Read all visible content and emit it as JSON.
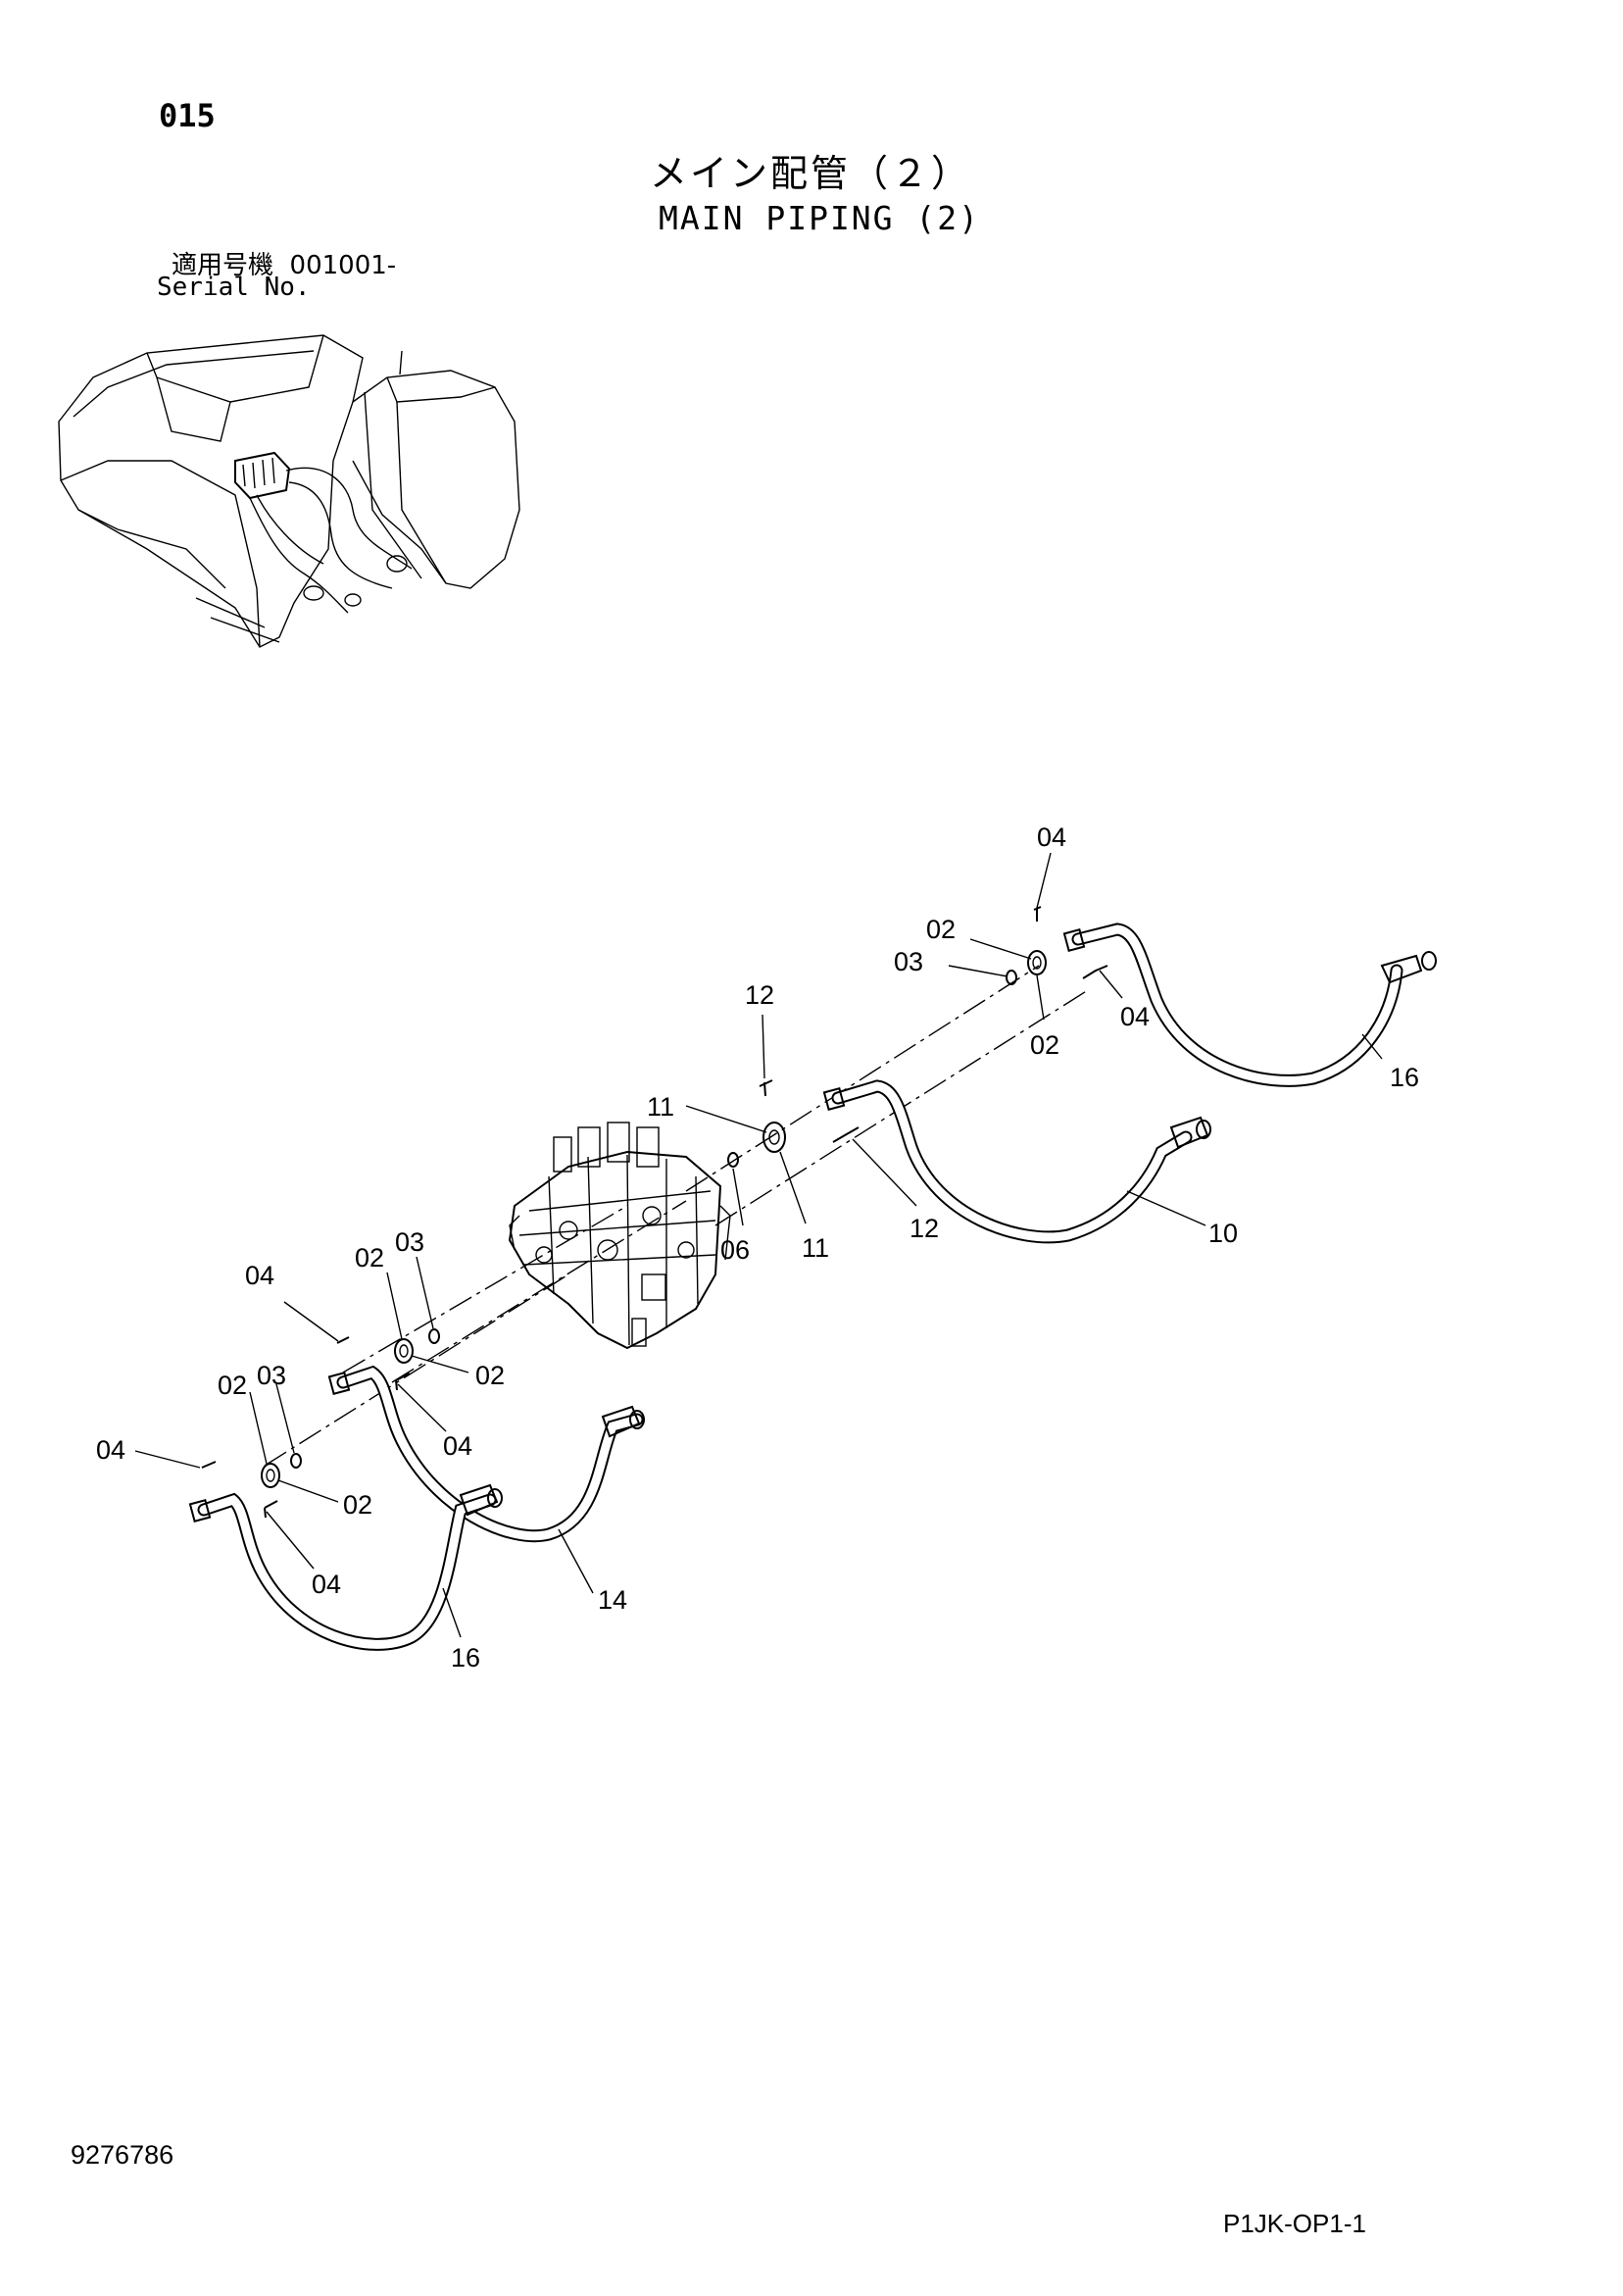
{
  "header": {
    "page_number": "015",
    "title_jp": "メイン配管（２）",
    "title_en": "MAIN PIPING (2)"
  },
  "serial": {
    "label_jp": "適用号機",
    "value": "001001-",
    "label_en": "Serial No."
  },
  "callouts": [
    "04",
    "02",
    "03",
    "04",
    "02",
    "16",
    "12",
    "11",
    "06",
    "11",
    "12",
    "10",
    "04",
    "02",
    "03",
    "02",
    "04",
    "02",
    "03",
    "04",
    "02",
    "04",
    "14",
    "16"
  ],
  "footer": {
    "document_number": "9276786",
    "page_code": "P1JK-OP1-1"
  }
}
